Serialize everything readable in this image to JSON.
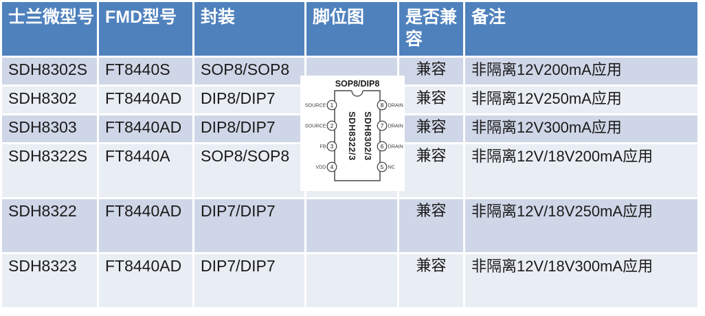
{
  "colors": {
    "header_bg": "#4F81BD",
    "header_text": "#FFFFFF",
    "band_dark": "#CFD6E7",
    "band_light": "#E9EDF4",
    "body_text": "#1A1A1A"
  },
  "table": {
    "columns": [
      {
        "label": "士兰微型号"
      },
      {
        "label": "FMD型号"
      },
      {
        "label": "封装"
      },
      {
        "label": "脚位图"
      },
      {
        "label": "是否兼容"
      },
      {
        "label": "备注"
      }
    ],
    "rows": [
      {
        "model": "SDH8302S",
        "fmd": "FT8440S",
        "package": "SOP8/SOP8",
        "compatible": "兼容",
        "remark": "非隔离12V200mA应用"
      },
      {
        "model": "SDH8302",
        "fmd": "FT8440AD",
        "package": "DIP8/DIP7",
        "compatible": "兼容",
        "remark": "非隔离12V250mA应用"
      },
      {
        "model": "SDH8303",
        "fmd": "FT8440AD",
        "package": "DIP8/DIP7",
        "compatible": "兼容",
        "remark": "非隔离12V300mA应用"
      },
      {
        "model": "SDH8322S",
        "fmd": "FT8440A",
        "package": "SOP8/SOP8",
        "compatible": "兼容",
        "remark": "非隔离12V/18V200mA应用"
      },
      {
        "model": "SDH8322",
        "fmd": "FT8440AD",
        "package": "DIP7/DIP7",
        "compatible": "兼容",
        "remark": "非隔离12V/18V250mA应用"
      },
      {
        "model": "SDH8323",
        "fmd": "FT8440AD",
        "package": "DIP7/DIP7",
        "compatible": "兼容",
        "remark": "非隔离12V/18V300mA应用"
      }
    ]
  },
  "pin_diagram": {
    "title": "SOP8/DIP8",
    "chip_text_left": "SDH8322/3",
    "chip_text_right": "SDH8302/3",
    "left_pins": [
      {
        "num": "1",
        "label": "SOURCE"
      },
      {
        "num": "2",
        "label": "SOURCE"
      },
      {
        "num": "3",
        "label": "FB"
      },
      {
        "num": "4",
        "label": "VDD"
      }
    ],
    "right_pins": [
      {
        "num": "8",
        "label": "DRAIN"
      },
      {
        "num": "7",
        "label": "DRAIN"
      },
      {
        "num": "6",
        "label": "DRAIN"
      },
      {
        "num": "5",
        "label": "NC"
      }
    ]
  }
}
